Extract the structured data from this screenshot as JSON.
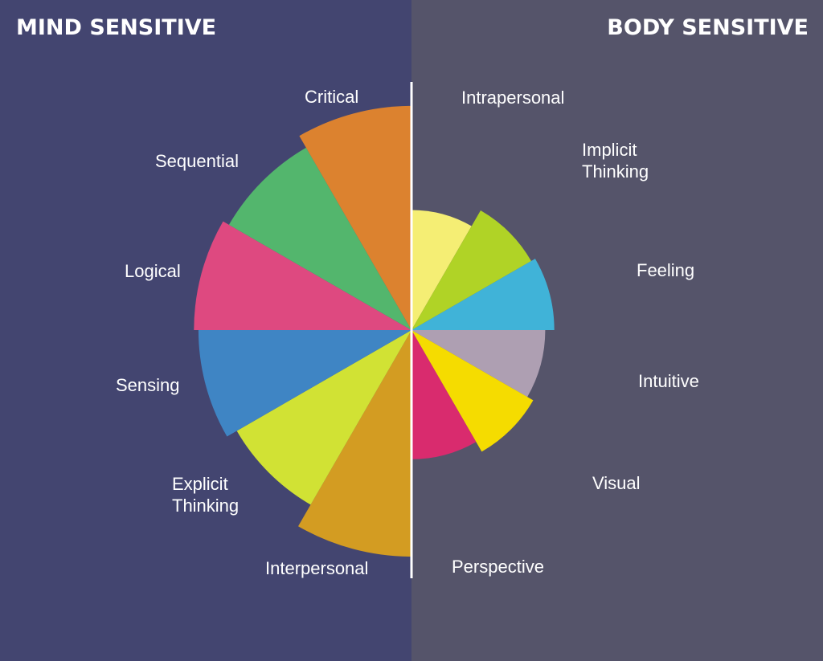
{
  "panels": {
    "left": {
      "title": "MIND SENSITIVE",
      "color": "#434570"
    },
    "right": {
      "title": "BODY SENSITIVE",
      "color": "#55546a"
    }
  },
  "chart_data": {
    "type": "polar-area",
    "title": "",
    "start_direction": "up",
    "direction": "clockwise",
    "series": [
      {
        "group": "BODY SENSITIVE",
        "categories": [
          "Intrapersonal",
          "Implicit Thinking",
          "Feeling",
          "Intuitive",
          "Visual",
          "Perspective"
        ],
        "values": [
          0.53,
          0.61,
          0.63,
          0.59,
          0.62,
          0.57
        ],
        "colors": [
          "#f5ee74",
          "#b0d326",
          "#40b3d8",
          "#ae9fb2",
          "#f5dc00",
          "#d92b6e"
        ]
      },
      {
        "group": "MIND SENSITIVE",
        "categories": [
          "Interpersonal",
          "Explicit Thinking",
          "Sensing",
          "Logical",
          "Sequential",
          "Critical"
        ],
        "values": [
          1.0,
          0.89,
          0.94,
          0.96,
          0.93,
          0.99
        ],
        "colors": [
          "#d39c22",
          "#d1e234",
          "#3f85c4",
          "#de4980",
          "#53b66d",
          "#dc822f"
        ]
      }
    ]
  }
}
